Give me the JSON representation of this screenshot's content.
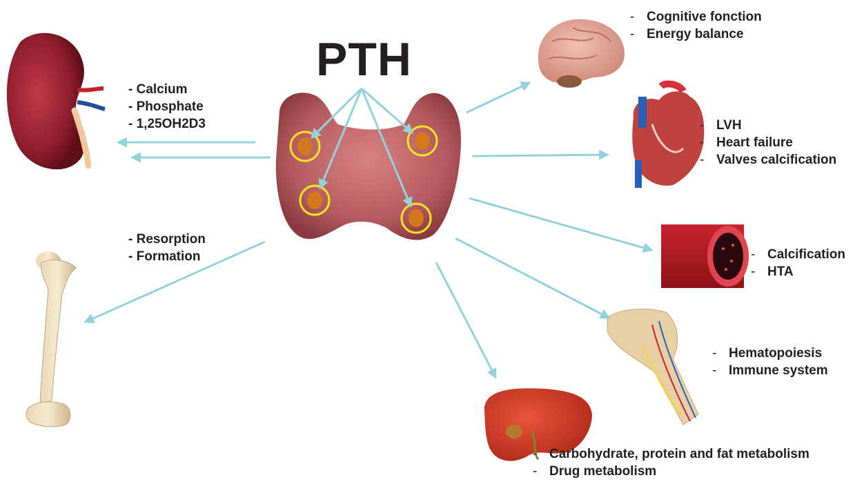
{
  "title": "PTH",
  "targets": {
    "kidney": {
      "items": [
        "- Calcium",
        "- Phosphate",
        "- 1,25OH2D3"
      ]
    },
    "bone": {
      "items": [
        "- Resorption",
        "- Formation"
      ]
    },
    "brain": {
      "items": [
        "Cognitive fonction",
        "Energy balance"
      ]
    },
    "heart": {
      "items": [
        "LVH",
        "Heart failure",
        "Valves calcification"
      ]
    },
    "vessel": {
      "items": [
        "Calcification",
        "HTA"
      ]
    },
    "marrow": {
      "items": [
        "Hematopoiesis",
        "Immune system"
      ]
    },
    "liver": {
      "items": [
        "Carbohydrate,  protein and fat metabolism",
        "Drug metabolism"
      ]
    }
  },
  "colors": {
    "arrow": "#93d1db",
    "circle": "#f4e523",
    "text": "#231f20"
  }
}
